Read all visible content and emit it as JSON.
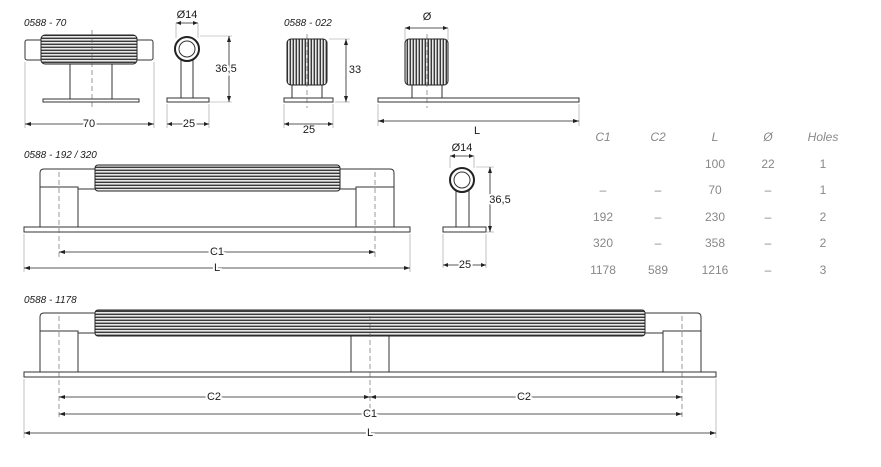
{
  "views": {
    "v70": {
      "title": "0588 - 70",
      "dim_width": "70",
      "dim_side_dia": "Ø14",
      "dim_side_height": "36,5",
      "dim_side_base": "25"
    },
    "v022": {
      "title": "0588 - 022",
      "dim_height": "33",
      "dim_base": "25",
      "dim_dia": "Ø",
      "dim_len": "L"
    },
    "v192": {
      "title": "0588 - 192 / 320",
      "dim_c1": "C1",
      "dim_l": "L",
      "dim_side_dia": "Ø14",
      "dim_side_height": "36,5",
      "dim_side_base": "25"
    },
    "v1178": {
      "title": "0588 - 1178",
      "dim_c2_left": "C2",
      "dim_c2_right": "C2",
      "dim_c1": "C1",
      "dim_l": "L"
    }
  },
  "table": {
    "headers": [
      "C1",
      "C2",
      "L",
      "Ø",
      "Holes"
    ],
    "rows": [
      [
        "",
        "",
        "100",
        "22",
        "1"
      ],
      [
        "–",
        "–",
        "70",
        "–",
        "1"
      ],
      [
        "192",
        "–",
        "230",
        "–",
        "2"
      ],
      [
        "320",
        "–",
        "358",
        "–",
        "2"
      ],
      [
        "1178",
        "589",
        "1216",
        "–",
        "3"
      ]
    ]
  }
}
